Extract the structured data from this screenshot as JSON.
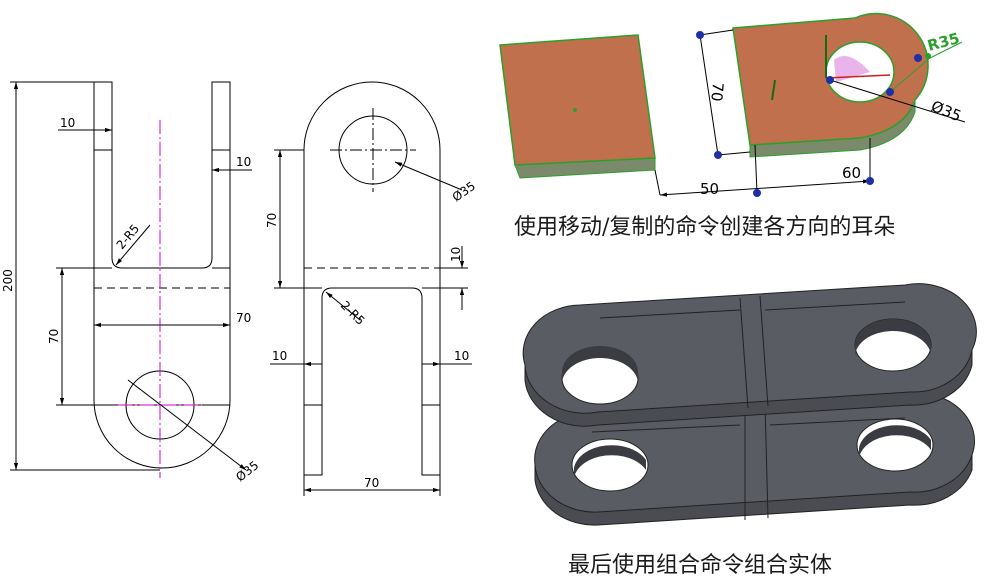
{
  "drawing_front": {
    "dims": {
      "overall_height": "200",
      "top_left_width": "10",
      "top_right_width": "10",
      "fillet": "2-R5",
      "base_height": "70",
      "width": "70",
      "hole": "Ø35"
    }
  },
  "drawing_side": {
    "dims": {
      "hole": "Ø35",
      "upper_height": "70",
      "plate": "10",
      "fillet": "2-R5",
      "left_width": "10",
      "right_width": "10",
      "width": "70"
    }
  },
  "cad_view": {
    "dims": {
      "height": "70",
      "radius": "R35",
      "hole": "Ø35",
      "offset": "50",
      "length": "60"
    },
    "caption": "使用移动/复制的命令创建各方向的耳朵"
  },
  "assembly_view": {
    "caption": "最后使用组合命令组合实体"
  },
  "colors": {
    "face_top": "#c0704d",
    "face_side": "#7a8a6a",
    "edge_green": "#2aa02a",
    "point_blue": "#1f2fa8",
    "solid_gray": "#5a5c63",
    "center_line": "#d000d0"
  }
}
